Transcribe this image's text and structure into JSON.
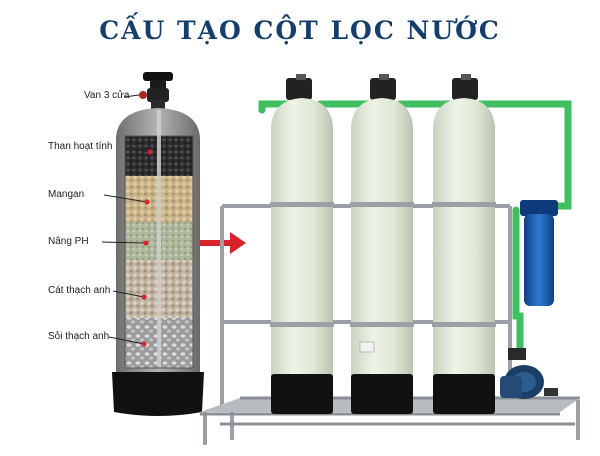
{
  "title": "CẤU TẠO CỘT LỌC NƯỚC",
  "layers": [
    {
      "label": "Van 3 cửa"
    },
    {
      "label": "Than hoạt tính"
    },
    {
      "label": "Mangan"
    },
    {
      "label": "Nâng PH"
    },
    {
      "label": "Cát thạch anh"
    },
    {
      "label": "Sỏi thạch anh"
    }
  ],
  "colors": {
    "title": "#143f6c",
    "pointer": "#d8232a",
    "pipe": "#3fbf5f",
    "tank_body": "#dfe7d4",
    "cartridge": "#1f5fae"
  }
}
